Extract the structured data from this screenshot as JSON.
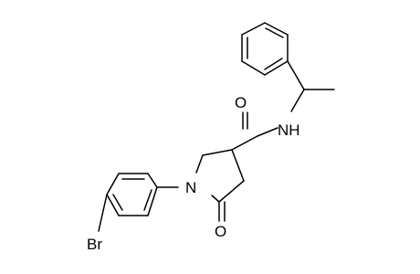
{
  "molecule": {
    "atoms": {
      "ring_nitrogen": "N",
      "amide_nitrogen": "NH",
      "amide_oxygen": "O",
      "lactam_oxygen": "O",
      "bromine": "Br"
    }
  }
}
